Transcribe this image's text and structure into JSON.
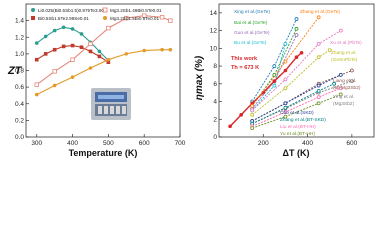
{
  "chart_data": [
    {
      "type": "line",
      "xlabel": "Temperature (K)",
      "ylabel": "ZT",
      "xlim": [
        270,
        700
      ],
      "ylim": [
        0,
        1.6
      ],
      "xticks": [
        300,
        400,
        500,
        600,
        700
      ],
      "yticks": [
        0.0,
        0.2,
        0.4,
        0.6,
        0.8,
        1.0,
        1.2,
        1.4
      ],
      "series": [
        {
          "name": "Li0.025(Bi0.5Sb1.5)0.975Te3.00",
          "color": "#2a9d8f",
          "marker": "circle-filled",
          "x": [
            300,
            325,
            350,
            375,
            400,
            425,
            450,
            475,
            500
          ],
          "y": [
            1.13,
            1.21,
            1.28,
            1.32,
            1.3,
            1.24,
            1.14,
            1.03,
            0.92
          ]
        },
        {
          "name": "Bi0.5Sb1.5Te2.99Se0.01",
          "color": "#c0392b",
          "marker": "square-filled",
          "x": [
            300,
            325,
            350,
            375,
            400,
            425,
            450,
            475,
            500
          ],
          "y": [
            0.93,
            1.0,
            1.05,
            1.09,
            1.1,
            1.08,
            1.03,
            0.97,
            0.9
          ]
        },
        {
          "name": "Mg3.2Sb1.49Bi0.5Te0.01",
          "color": "#e8877a",
          "marker": "square-open",
          "x": [
            300,
            350,
            400,
            450,
            500,
            550,
            600,
            650,
            673
          ],
          "y": [
            0.63,
            0.79,
            0.93,
            1.12,
            1.31,
            1.43,
            1.46,
            1.44,
            1.4
          ]
        },
        {
          "name": "Mg3.2Sb1.5Bi0.5Te0.01",
          "color": "#e39b2a",
          "marker": "circle-filled",
          "x": [
            300,
            350,
            400,
            450,
            500,
            550,
            600,
            650,
            673
          ],
          "y": [
            0.51,
            0.62,
            0.72,
            0.83,
            0.93,
            1.0,
            1.04,
            1.05,
            1.05
          ]
        }
      ],
      "legend_position": "top"
    },
    {
      "type": "scatter",
      "xlabel": "ΔT (K)",
      "ylabel": "ηmax (%)",
      "xlim": [
        0,
        700
      ],
      "ylim": [
        0,
        15
      ],
      "xticks": [
        200,
        400,
        600
      ],
      "yticks": [
        0,
        2,
        4,
        6,
        8,
        10,
        12,
        14
      ],
      "series": [
        {
          "name": "Xing et al.(GeTe)",
          "color": "#1f77b4",
          "x": [
            150,
            250,
            350
          ],
          "y": [
            4.0,
            8.0,
            13.3
          ]
        },
        {
          "name": "Bai et al.(GeTe)",
          "color": "#2ca02c",
          "x": [
            150,
            250,
            350
          ],
          "y": [
            3.5,
            7.0,
            12.2
          ]
        },
        {
          "name": "Guo et al.(GeTe)",
          "color": "#9467bd",
          "x": [
            150,
            250,
            350
          ],
          "y": [
            3.2,
            6.3,
            11.5
          ]
        },
        {
          "name": "Bu et al.(GeTe)",
          "color": "#17becf",
          "x": [
            150,
            250,
            300
          ],
          "y": [
            3.0,
            5.8,
            10.5
          ]
        },
        {
          "name": "This work",
          "color": "#d62728",
          "x": [
            50,
            100,
            150,
            200,
            250,
            300,
            350,
            373
          ],
          "y": [
            1.2,
            2.5,
            3.8,
            5.0,
            6.3,
            7.5,
            9.0,
            9.5
          ]
        },
        {
          "name": "Zhang et al.(GeTe)",
          "color": "#ff7f0e",
          "x": [
            150,
            300,
            450
          ],
          "y": [
            3.5,
            8.5,
            13.5
          ]
        },
        {
          "name": "Xu et al.(PbTe)",
          "color": "#e377c2",
          "x": [
            150,
            300,
            450,
            550
          ],
          "y": [
            3.0,
            6.5,
            10.5,
            12.0
          ]
        },
        {
          "name": "Zhang et al.(GeSnPbTe)",
          "color": "#bcbd22",
          "x": [
            150,
            300,
            450,
            500
          ],
          "y": [
            2.5,
            5.5,
            9.0,
            9.8
          ]
        },
        {
          "name": "Liang et al.(all-Mg3Sb2)",
          "color": "#8c564b",
          "x": [
            150,
            300,
            450,
            600
          ],
          "y": [
            1.8,
            3.8,
            6.0,
            7.5
          ]
        },
        {
          "name": "Ying et al.(Mg3Sb2)",
          "color": "#7f7f7f",
          "x": [
            150,
            300,
            450,
            600
          ],
          "y": [
            1.5,
            3.2,
            5.0,
            6.3
          ]
        },
        {
          "name": "Cho et al.(SKD)",
          "color": "#1f3a93",
          "x": [
            150,
            300,
            450,
            550
          ],
          "y": [
            1.8,
            3.8,
            5.8,
            7.0
          ]
        },
        {
          "name": "Zhang et al.(BT-SKD)",
          "color": "#008080",
          "x": [
            150,
            300,
            450,
            520
          ],
          "y": [
            1.5,
            3.3,
            5.2,
            6.0
          ]
        },
        {
          "name": "Liu et al.(BT-HH)",
          "color": "#ff69b4",
          "x": [
            150,
            300,
            450,
            550
          ],
          "y": [
            1.2,
            2.8,
            4.5,
            5.5
          ]
        },
        {
          "name": "Yu et al.(BT-HH)",
          "color": "#6b8e23",
          "x": [
            150,
            300,
            450,
            550
          ],
          "y": [
            1.0,
            2.3,
            3.8,
            4.8
          ]
        }
      ],
      "annotations": [
        "This work",
        "Th = 673 K"
      ]
    }
  ],
  "panel_a": {
    "xlabel": "Temperature (K)",
    "ylabel": "ZT",
    "ytick_labels": [
      "0.0",
      "0.2",
      "0.4",
      "0.6",
      "0.8",
      "1.0",
      "1.2",
      "1.4"
    ],
    "xtick_labels": [
      "300",
      "400",
      "500",
      "600",
      "700"
    ],
    "legend": [
      "Li0.025(Bi0.5Sb1.5)0.975Te3.00",
      "Bi0.5Sb1.5Te2.99Se0.01",
      "Mg3.2Sb1.49Bi0.5Te0.01",
      "Mg3.2Sb1.5Bi0.5Te0.01"
    ]
  },
  "panel_b": {
    "xlabel": "ΔT (K)",
    "ylabel": "ηmax (%)",
    "ytick_labels": [
      "0",
      "2",
      "4",
      "6",
      "8",
      "10",
      "12",
      "14"
    ],
    "xtick_labels": [
      "200",
      "400",
      "600"
    ],
    "this_work_label": "This work",
    "this_work_th": "Th = 673 K",
    "left_labels": [
      "Xing et al.(GeTe)",
      "Bai et al.(GeTe)",
      "Guo et al.(GeTe)",
      "Bu et al.(GeTe)"
    ],
    "right_top_labels": [
      "Zhang et al.(GeTe)"
    ],
    "right_mid_labels": [
      "Xu et al.(PbTe)",
      "Zhang et al.",
      "(GeSnPbTe)"
    ],
    "right_low_labels": [
      "Liang et al.",
      "(all-Mg3Sb2)",
      "Ying et al.",
      "(Mg3Sb2)"
    ],
    "bottom_labels": [
      "Cho et al.(SKD)",
      "Zhang et al.(BT-SKD)",
      "Liu et al.(BT-HH)",
      "Yu et al.(BT-HH)"
    ]
  }
}
